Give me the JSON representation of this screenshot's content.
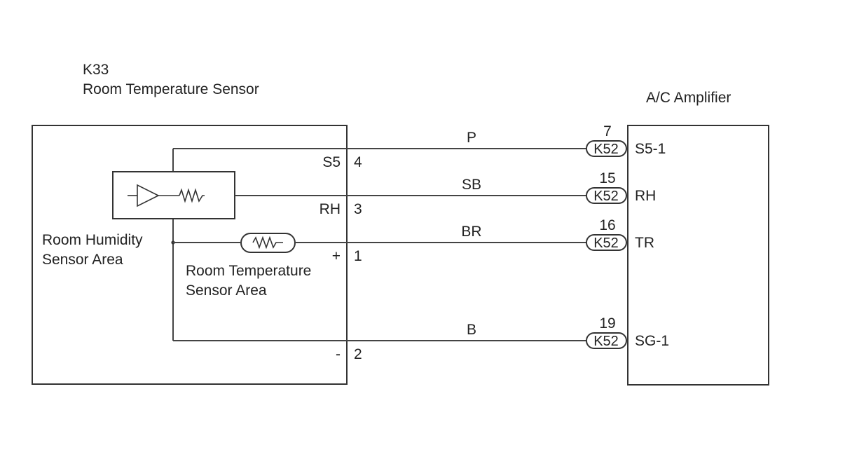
{
  "sensor": {
    "code": "K33",
    "name": "Room Temperature Sensor",
    "humidity_area": [
      "Room Humidity",
      "Sensor Area"
    ],
    "temperature_area": [
      "Room Temperature",
      "Sensor Area"
    ]
  },
  "amplifier": {
    "name": "A/C Amplifier"
  },
  "wires": [
    {
      "color": "P",
      "sensor_label": "S5",
      "sensor_pin": "4",
      "connector": "K52",
      "amp_pin": "7",
      "amp_label": "S5-1"
    },
    {
      "color": "SB",
      "sensor_label": "RH",
      "sensor_pin": "3",
      "connector": "K52",
      "amp_pin": "15",
      "amp_label": "RH"
    },
    {
      "color": "BR",
      "sensor_label": "+",
      "sensor_pin": "1",
      "connector": "K52",
      "amp_pin": "16",
      "amp_label": "TR"
    },
    {
      "color": "B",
      "sensor_label": "-",
      "sensor_pin": "2",
      "connector": "K52",
      "amp_pin": "19",
      "amp_label": "SG-1"
    }
  ]
}
